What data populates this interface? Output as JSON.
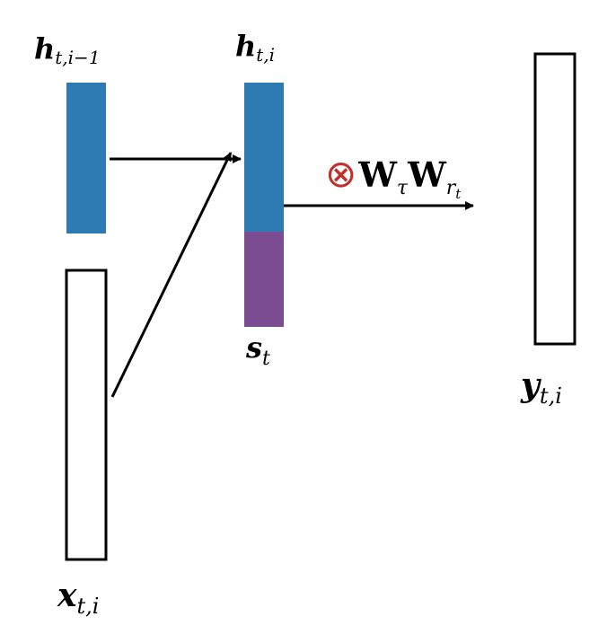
{
  "labels": {
    "h_prev": {
      "main": "h",
      "sub": "t,i−1"
    },
    "h_curr": {
      "main": "h",
      "sub": "t,i"
    },
    "s": {
      "main": "s",
      "sub": "t"
    },
    "x": {
      "main": "x",
      "sub": "t,i"
    },
    "y": {
      "main": "y",
      "sub": "t,i"
    },
    "transform": {
      "op_symbol": "⊗",
      "w1_main": "W",
      "w1_sub": "τ",
      "w2_main": "W",
      "w2_sub": "r",
      "w2_subsub": "t"
    }
  },
  "colors": {
    "hidden_fill": "#2e7bb4",
    "state_fill": "#7b4c91",
    "op_color": "#c0312b",
    "stroke": "#000000"
  }
}
